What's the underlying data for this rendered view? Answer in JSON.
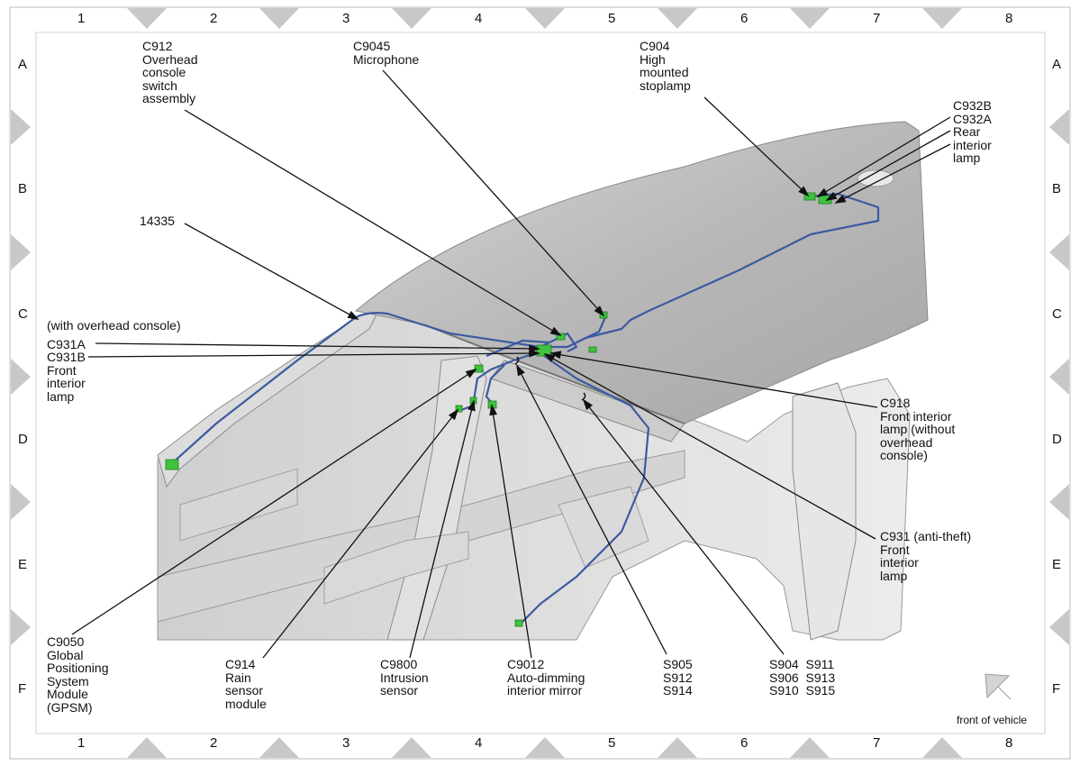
{
  "grid": {
    "columns": [
      "1",
      "2",
      "3",
      "4",
      "5",
      "6",
      "7",
      "8"
    ],
    "rows": [
      "A",
      "B",
      "C",
      "D",
      "E",
      "F"
    ]
  },
  "labels": {
    "c912": "C912\nOverhead\nconsole\nswitch\nassembly",
    "c9045": "C9045\nMicrophone",
    "c904": "C904\nHigh\nmounted\nstoplamp",
    "c932": "C932B\nC932A\nRear\ninterior\nlamp",
    "n14335": "14335",
    "with_overhead": "(with overhead console)",
    "c931a": "C931A",
    "c931b": "C931B\nFront\ninterior\nlamp",
    "c918": "C918\nFront interior\nlamp (without\noverhead\nconsole)",
    "c931": "C931 (anti-theft)\nFront\ninterior\nlamp",
    "c9050": "C9050\nGlobal\nPositioning\nSystem\nModule\n(GPSM)",
    "c914": "C914\nRain\nsensor\nmodule",
    "c9800": "C9800\nIntrusion\nsensor",
    "c9012": "C9012\nAuto-dimming\ninterior mirror",
    "s905": "S905\nS912\nS914",
    "s904": "S904  S911\nS906  S913\nS910  S915",
    "front_of_vehicle": "front of vehicle"
  },
  "colors": {
    "harness": "#3c5aa0",
    "connector": "#3ec43e",
    "roof": "#b4b4b4",
    "body": "#e2e2e2",
    "border_marker": "#c8c8c8"
  }
}
